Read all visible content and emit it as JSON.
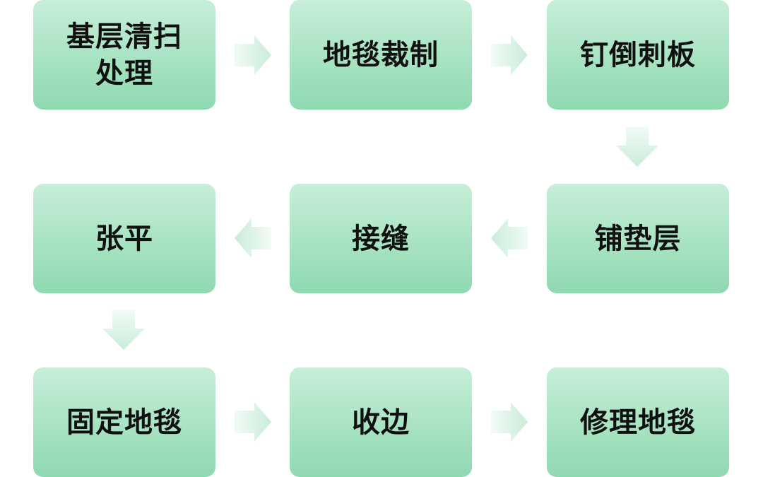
{
  "steps": [
    {
      "label": "基层清扫处理"
    },
    {
      "label": "地毯裁制"
    },
    {
      "label": "钉倒刺板"
    },
    {
      "label": "铺垫层"
    },
    {
      "label": "接缝"
    },
    {
      "label": "张平"
    },
    {
      "label": "固定地毯"
    },
    {
      "label": "收边"
    },
    {
      "label": "修理地毯"
    }
  ],
  "colors": {
    "box_top": "#c7eed9",
    "box_bottom": "#8fd9b1",
    "arrow_light": "#f2fbf6",
    "arrow_dark": "#c9ecd9",
    "text": "#111111"
  },
  "arrows": [
    {
      "icon": "arrow-right-icon"
    },
    {
      "icon": "arrow-right-icon"
    },
    {
      "icon": "arrow-down-icon"
    },
    {
      "icon": "arrow-left-icon"
    },
    {
      "icon": "arrow-left-icon"
    },
    {
      "icon": "arrow-down-icon"
    },
    {
      "icon": "arrow-right-icon"
    },
    {
      "icon": "arrow-right-icon"
    }
  ]
}
